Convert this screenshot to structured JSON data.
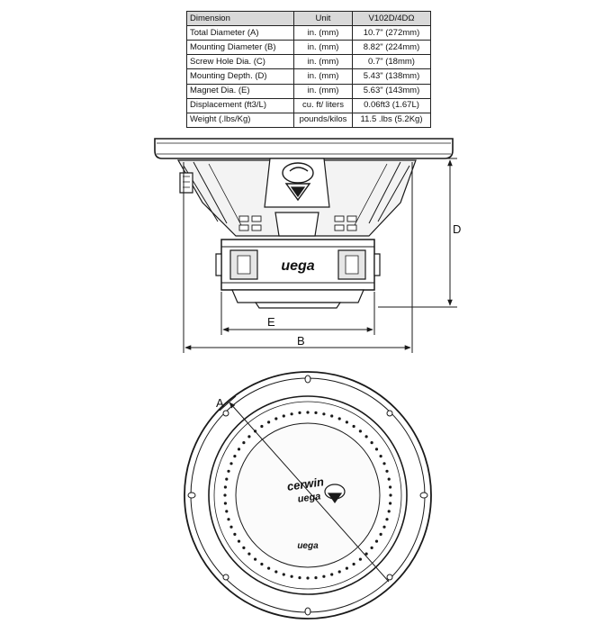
{
  "spec_table": {
    "headers": [
      "Dimension",
      "Unit",
      "V102D/4DΩ"
    ],
    "rows": [
      {
        "dimension": "Total Diameter  (A)",
        "unit": "in. (mm)",
        "value": "10.7\" (272mm)"
      },
      {
        "dimension": "Mounting Diameter  (B)",
        "unit": "in. (mm)",
        "value": "8.82\" (224mm)"
      },
      {
        "dimension": "Screw Hole Dia. (C)",
        "unit": "in. (mm)",
        "value": "0.7\" (18mm)"
      },
      {
        "dimension": "Mounting Depth. (D)",
        "unit": "in. (mm)",
        "value": "5.43\" (138mm)"
      },
      {
        "dimension": "Magnet Dia. (E)",
        "unit": "in. (mm)",
        "value": "5.63\" (143mm)"
      },
      {
        "dimension": "Displacement (ft3/L)",
        "unit": "cu. ft/ liters",
        "value": "0.06ft3 (1.67L)"
      },
      {
        "dimension": "Weight (.lbs/Kg)",
        "unit": "pounds/kilos",
        "value": "11.5 .lbs (5.2Kg)"
      }
    ]
  },
  "dimension_labels": {
    "depth": "D",
    "magnet": "E",
    "mounting": "B",
    "total": "A"
  },
  "brand": {
    "side_logo": "uega",
    "cone_logo_line1": "cerwin",
    "cone_logo_line2": "uega",
    "cone_bottom_logo": "uega"
  },
  "icons": {
    "vega_badge": "v-badge-icon"
  },
  "colors": {
    "line": "#1a1a1a",
    "header_fill": "#d9d9d9"
  }
}
